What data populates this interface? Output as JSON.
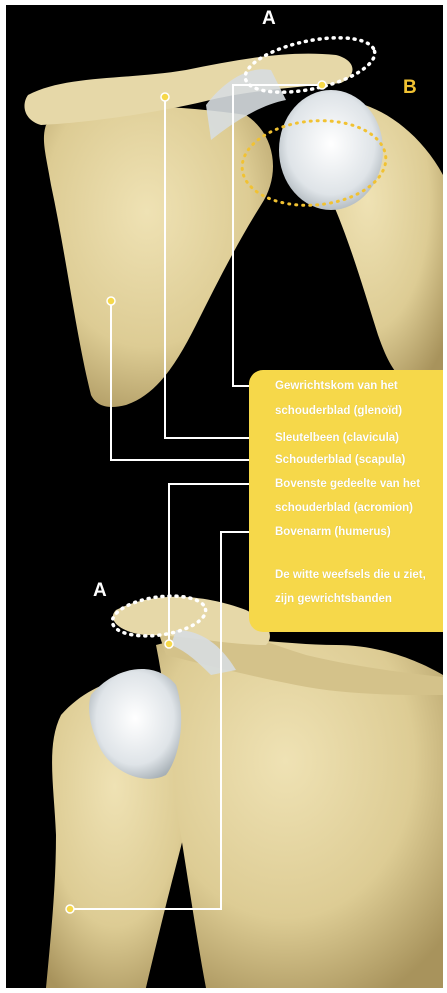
{
  "labels": {
    "marker_a_top": "A",
    "marker_b": "B",
    "marker_a_bottom": "A"
  },
  "legend": {
    "items": [
      {
        "line1": "Gewrichtskom van het",
        "line2": "schouderblad (glenoïd)"
      },
      {
        "line1": "Sleutelbeen (clavicula)"
      },
      {
        "line1": "Schouderblad (scapula)"
      },
      {
        "line1": "Bovenste gedeelte van het",
        "line2": "schouderblad (acromion)"
      },
      {
        "line1": "Bovenarm (humerus)"
      }
    ],
    "note_line1": "De witte weefsels die u ziet,",
    "note_line2": "zijn gewrichtsbanden"
  },
  "colors": {
    "background": "#000000",
    "bone": "#e2d3a0",
    "bone_shadow": "#b8a36a",
    "cartilage": "#dfe3e6",
    "legend_box": "#f6d84a",
    "highlight_a": "#ffffff",
    "highlight_b": "#f1c232",
    "leader_line": "#ffffff"
  }
}
